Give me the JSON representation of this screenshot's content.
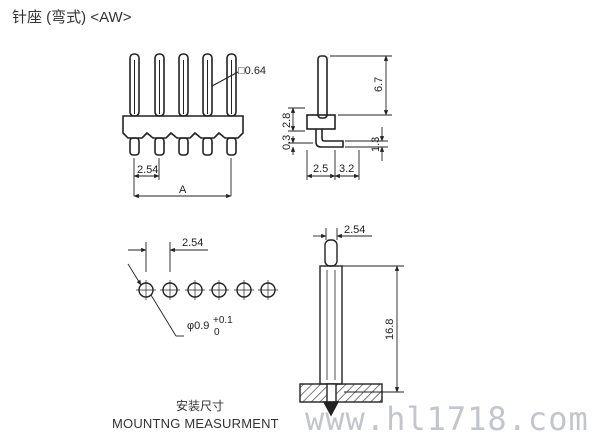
{
  "title": "针座 (弯式) <AW>",
  "caption": {
    "cn": "安装尺寸",
    "en": "MOUNTNG MEASURMENT"
  },
  "watermark": "www.hl1718.com",
  "front_view": {
    "pin_size": "□0.64",
    "pitch": "2.54",
    "length": "A"
  },
  "side_view": {
    "height_top": "6.7",
    "dim_28": "2.8",
    "dim_03": "0.3",
    "dim_13": "1.3",
    "dim_25": "2.5",
    "dim_32": "3.2"
  },
  "mounting": {
    "pitch": "2.54",
    "hole": "φ0.9",
    "tol_plus": "+0.1",
    "tol_minus": "0"
  },
  "detail": {
    "width": "2.54",
    "height": "16.8"
  }
}
